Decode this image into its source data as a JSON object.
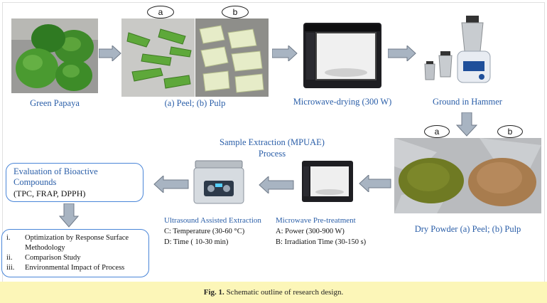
{
  "steps": {
    "papaya_label": "Green Papaya",
    "peel_pulp_label": "(a) Peel; (b) Pulp",
    "microwave_drying_label": "Microwave-drying (300 W)",
    "grinder_label": "Ground in Hammer",
    "dry_powder_label": "Dry Powder (a) Peel; (b) Pulp",
    "extraction_title_line1": "Sample Extraction (MPUAE)",
    "extraction_title_line2": "Process",
    "oval_a": "a",
    "oval_b": "b",
    "oval_a2": "a",
    "oval_b2": "b"
  },
  "microwave_pretreatment": {
    "title": "Microwave Pre-treatment",
    "line_a": "A: Power (300-900 W)",
    "line_b": "B: Irradiation Time (30-150 s)"
  },
  "ultrasound": {
    "title": "Ultrasound Assisted Extraction",
    "line_c": "C: Temperature (30-60 °C)",
    "line_d": "D: Time ( 10-30 min)"
  },
  "evaluation": {
    "title_line1": "Evaluation of Bioactive",
    "title_line2": "Compounds",
    "subtitle": "(TPC, FRAP, DPPH)"
  },
  "outcomes": [
    {
      "num": "i.",
      "text": "Optimization by Response Surface",
      "cont": "Methodology"
    },
    {
      "num": "ii.",
      "text": "Comparison Study",
      "cont": ""
    },
    {
      "num": "iii.",
      "text": "Environmental Impact of Process",
      "cont": ""
    }
  ],
  "caption": {
    "fig": "Fig. 1.",
    "text": "Schematic outline of research design."
  },
  "colors": {
    "label_blue": "#2a5ea8",
    "arrow_fill": "#a8b4c2",
    "box_border": "#4a86d8",
    "caption_bg": "#fcf6b8"
  }
}
